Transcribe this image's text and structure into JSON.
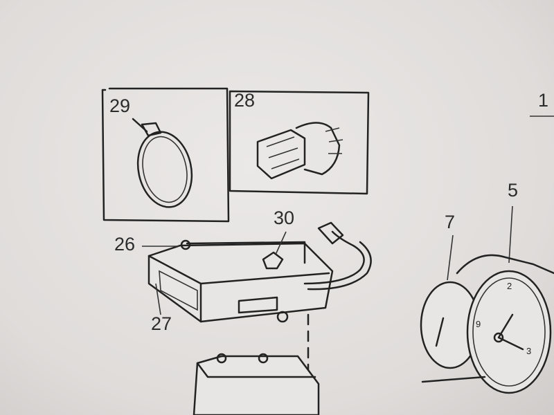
{
  "diagram": {
    "callouts": {
      "c29": "29",
      "c28": "28",
      "c30": "30",
      "c26": "26",
      "c27": "27",
      "c7": "7",
      "c5": "5",
      "c1": "1"
    },
    "colors": {
      "line": "#222222",
      "background": "#e6e4e2"
    }
  }
}
